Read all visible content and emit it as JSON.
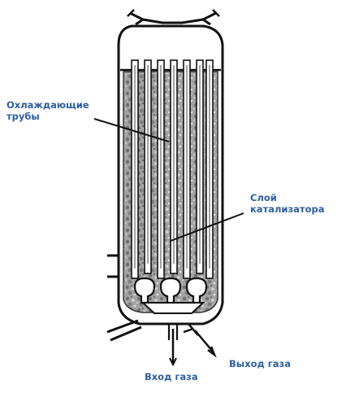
{
  "labels": {
    "cooling_tubes": [
      "Охлаждающие",
      "трубы"
    ],
    "catalyst_bed": [
      "Слой",
      "катализатора"
    ],
    "gas_inlet": "Вход газа",
    "gas_outlet": "Выход газа"
  },
  "colors": {
    "label_text": "#2f5f9e",
    "line": "#111111",
    "catalyst_fill": "#9a9a9a"
  }
}
